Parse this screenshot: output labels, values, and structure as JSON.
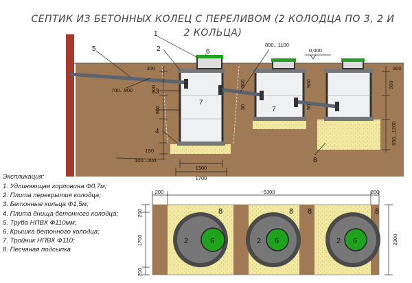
{
  "title": "СЕПТИК ИЗ БЕТОННЫХ КОЛЕЦ С ПЕРЕЛИВОМ (2 КОЛОДЦА ПО 3, 2 И 2 КОЛЬЦА)",
  "legend": {
    "heading": "Экспликация:",
    "items": [
      "1. Удлиняющая горловина Ф0,7м;",
      "2. Плита перекрытия колодца;",
      "3. Бетонные кольца Ф1,5м;",
      "4. Плита днища бетонного колодца;",
      "5. Труба НПВХ Ф110мм;",
      "6. Крышка бетонного колодца;",
      "7. Тройник НПВХ Ф110;",
      "8. Песчаная подсыпка"
    ]
  },
  "section": {
    "callouts": {
      "c1": "1",
      "c2": "2",
      "c3": "3",
      "c4": "4",
      "c5": "5",
      "c6": "6",
      "c7a": "7",
      "c7b": "7",
      "c8": "8"
    },
    "level_mark": "0,000",
    "dims": {
      "d300": "300",
      "d900a": "900",
      "d900b": "900",
      "d150": "150",
      "d100_200": "100...200",
      "d700_900": "700...900",
      "d800_1100": "800...1100",
      "d900_w2": "900",
      "d50_w2": "50",
      "d900_w3": "900",
      "d50_w3": "50",
      "d300_right": "300",
      "d900_right": "900",
      "d650_1200": "650...1200",
      "d1500": "1500",
      "d1700": "1700"
    }
  },
  "plan": {
    "overall": "~5300",
    "side_w": "200",
    "left_1700": "1700",
    "left_200_top": "200",
    "left_200_bottom": "200",
    "right_2300": "2300",
    "tag_8": [
      "8",
      "8",
      "8",
      "8"
    ],
    "wells": [
      {
        "slab": "2",
        "lid": "6"
      },
      {
        "slab": "2",
        "lid": "6"
      },
      {
        "slab": "2",
        "lid": "6"
      }
    ]
  },
  "colors": {
    "soil": "#a07a55",
    "sand": "#f1e8a2",
    "lid_green": "#1fa31f",
    "concrete": "#eef0f2",
    "pipe": "#5a6470"
  }
}
